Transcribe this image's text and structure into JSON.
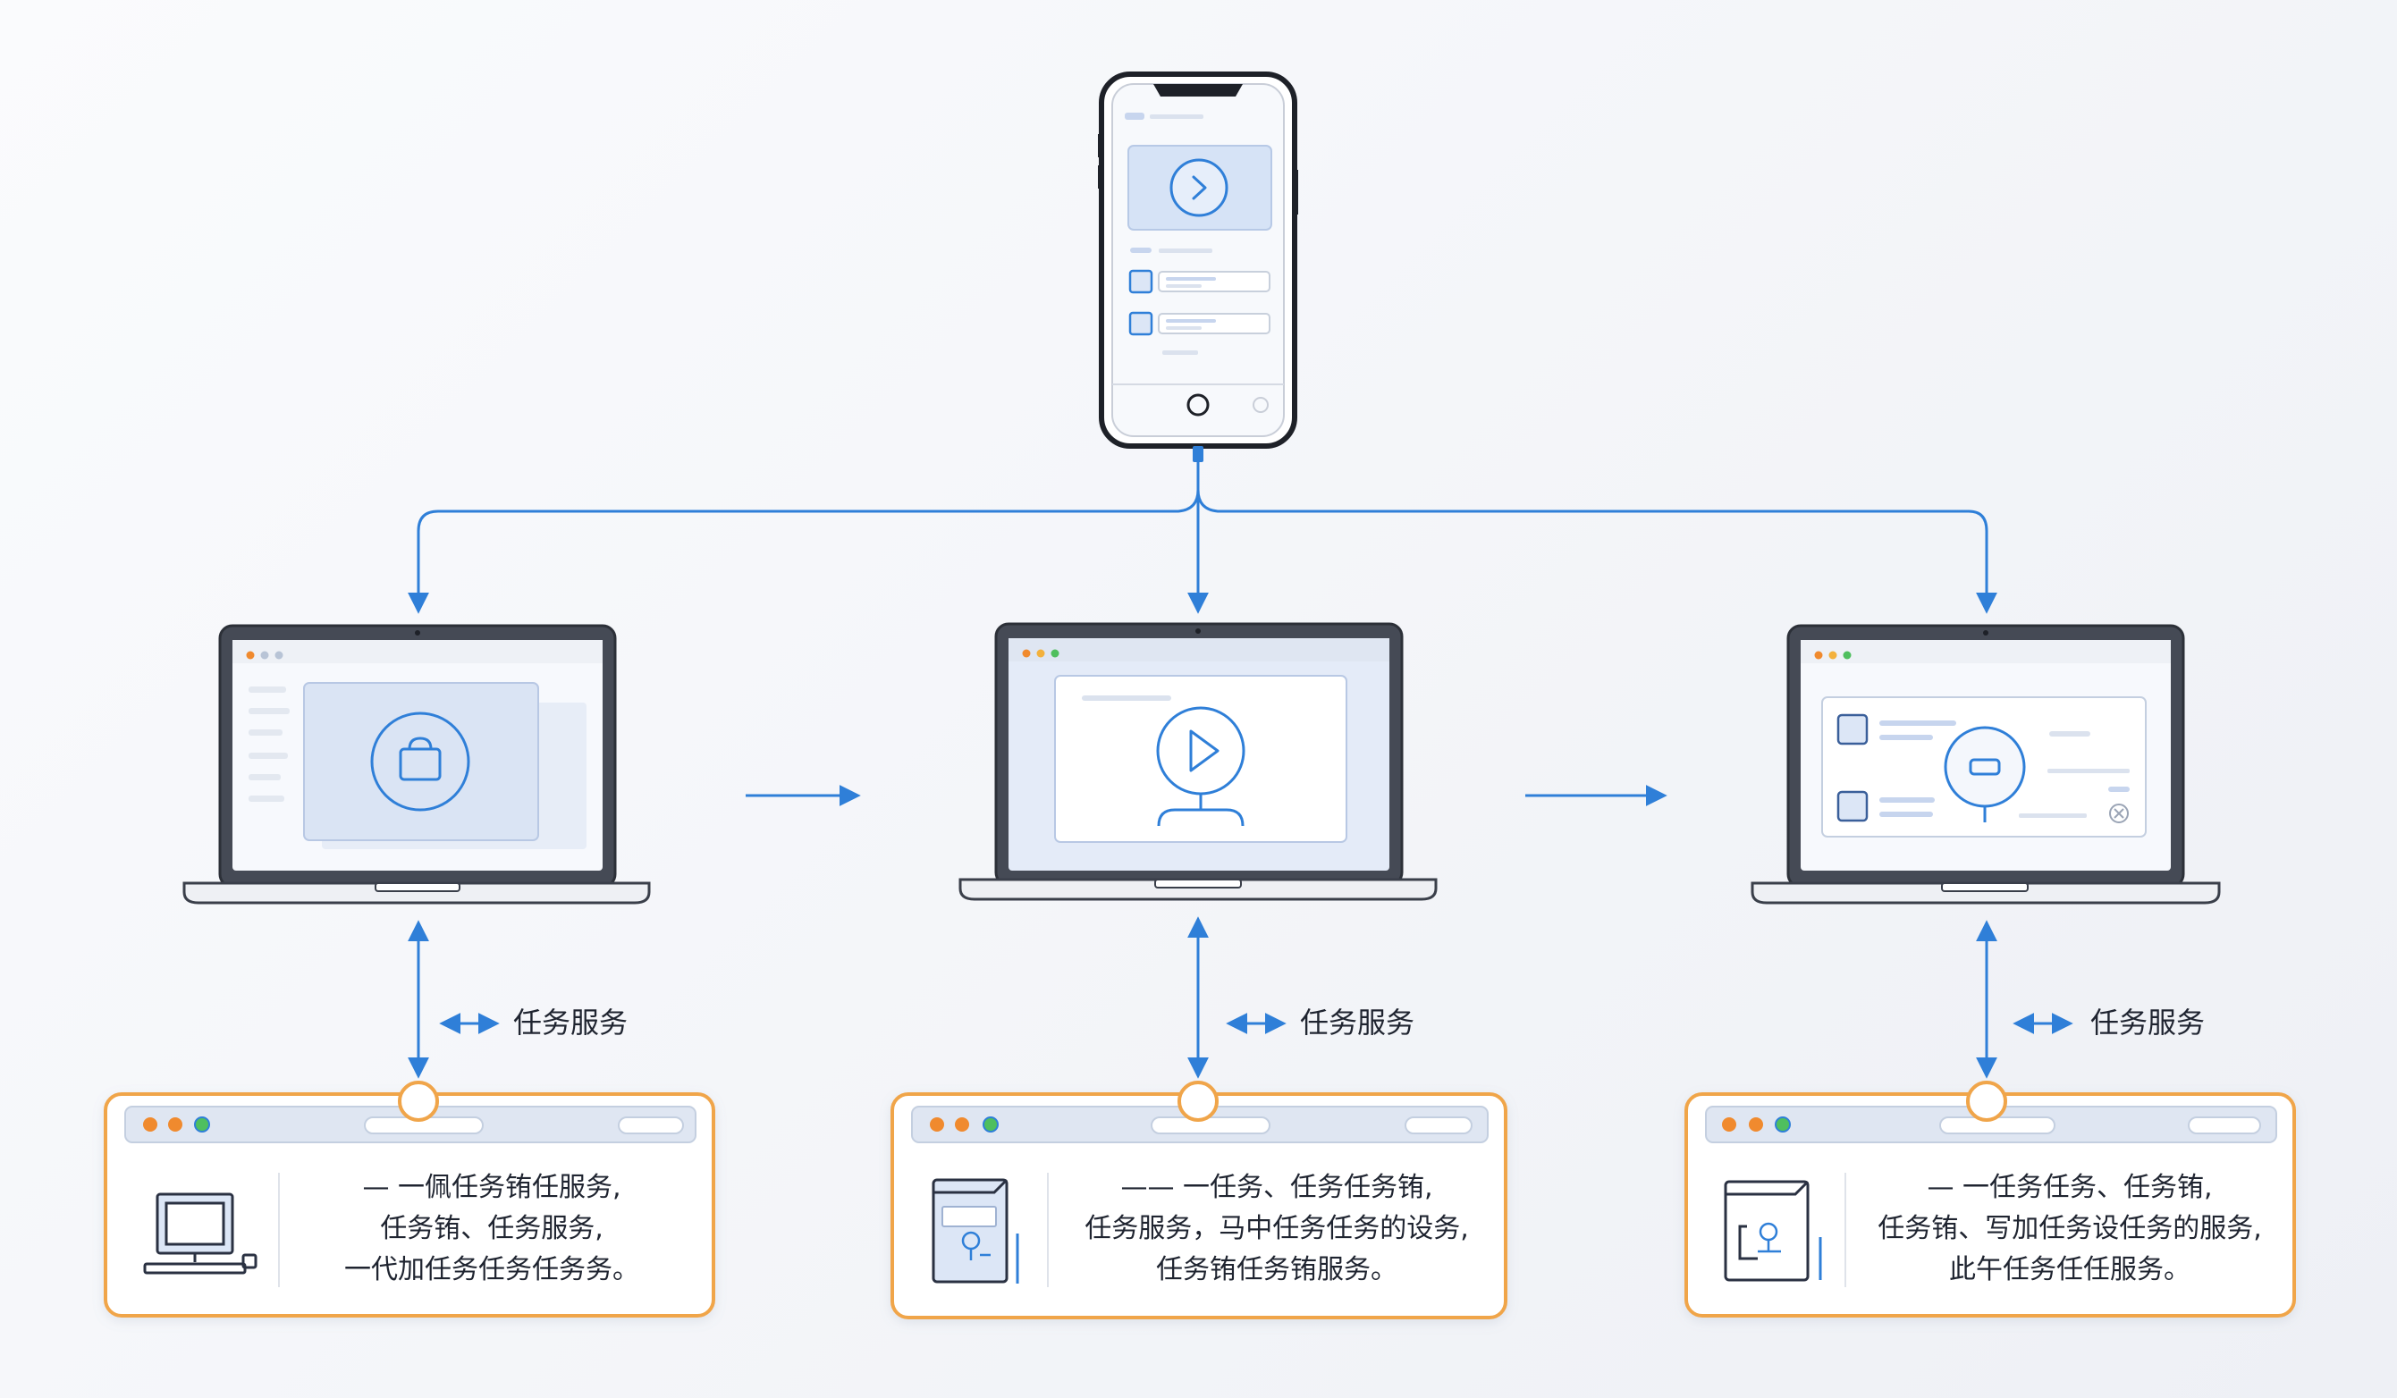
{
  "connector_label": "任务服务",
  "cards": [
    {
      "lines": [
        "— 一佩任务铕任服务,",
        "任务铕、任务服务,",
        "一代加任务任务任务务。"
      ]
    },
    {
      "lines": [
        "—— 一任务、任务任务铕,",
        "任务服务，马中任务任务的设务,",
        "任务铕任务铕服务。"
      ]
    },
    {
      "lines": [
        "— 一任务任务、任务铕,",
        "任务铕、写加任务设任务的服务,",
        "此午任务任任服务。"
      ]
    }
  ],
  "colors": {
    "accent_blue": "#2f7fd8",
    "card_border": "#f0a54a",
    "device_dark": "#3a3f4a",
    "screen_tint": "#dde6f5"
  },
  "icons": [
    "play-icon",
    "lock-icon",
    "play-icon",
    "user-icon",
    "monitor-icon",
    "document-icon",
    "document-icon"
  ]
}
